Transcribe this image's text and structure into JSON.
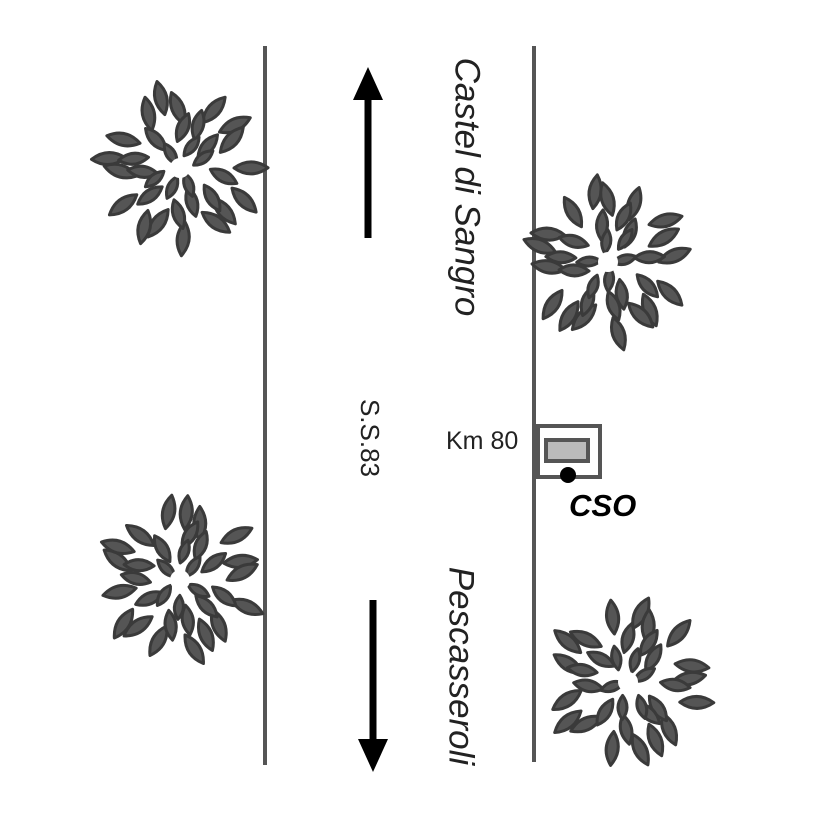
{
  "road": {
    "name": "S.S.83",
    "direction_north": "Castel di Sangro",
    "direction_south": "Pescasseroli",
    "kilometre_marker": "Km 80"
  },
  "station": {
    "label": "CSO"
  },
  "colors": {
    "road_line": "#555555",
    "tree_fill": "#555555",
    "tree_stroke": "#3a3a3a",
    "arrow": "#000000",
    "station_box": "#555555",
    "station_fill": "#bbbbbb",
    "station_point": "#000000",
    "text": "#222222"
  },
  "icons": [
    "tree-icon",
    "arrow-up-icon",
    "arrow-down-icon",
    "station-icon"
  ]
}
